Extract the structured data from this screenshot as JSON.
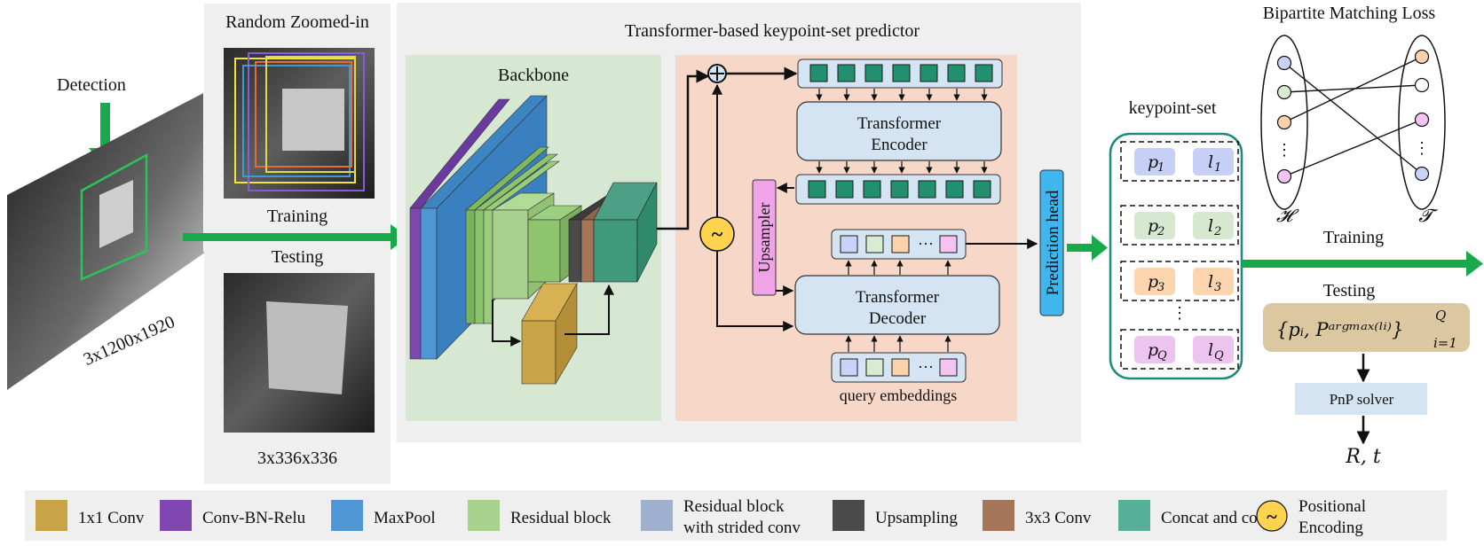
{
  "detection": {
    "label": "Detection",
    "input_size": "3x1200x1920"
  },
  "crop": {
    "title": "Random Zoomed-in",
    "training": "Training",
    "testing": "Testing",
    "crop_size": "3x336x336"
  },
  "predictor": {
    "title": "Transformer-based keypoint-set predictor",
    "backbone": "Backbone",
    "encoder_line1": "Transformer",
    "encoder_line2": "Encoder",
    "decoder_line1": "Transformer",
    "decoder_line2": "Decoder",
    "upsampler": "Upsampler",
    "query_embeddings": "query embeddings",
    "prediction_head": "Prediction head",
    "ellipsis": "···",
    "plus": "+",
    "tilde": "~"
  },
  "keypoint_set": {
    "title": "keypoint-set",
    "rows": [
      {
        "p": "p",
        "p_sub": "1",
        "l": "l",
        "l_sub": "1",
        "fill": "#c6cff6"
      },
      {
        "p": "p",
        "p_sub": "2",
        "l": "l",
        "l_sub": "2",
        "fill": "#d6e8cf"
      },
      {
        "p": "p",
        "p_sub": "3",
        "l": "l",
        "l_sub": "3",
        "fill": "#fcd4ae"
      },
      {
        "p": "p",
        "p_sub": "Q",
        "l": "l",
        "l_sub": "Q",
        "fill": "#edc4f0"
      }
    ],
    "vdots": "⋮"
  },
  "matching": {
    "title": "Bipartite Matching Loss",
    "left_label": "𝓗",
    "right_label": "𝓣",
    "vdots": "⋮",
    "left_nodes": [
      "#c9d2f7",
      "#d7ecd0",
      "#fbd2aa",
      "#f3c4f2"
    ],
    "right_nodes": [
      "#fbd2aa",
      "#ffffff",
      "#f3c4f2",
      "#c9d2f7"
    ]
  },
  "output": {
    "training": "Training",
    "testing": "Testing",
    "formula": "{pᵢ, Pᵃʳᵍᵐᵃˣ⁽ˡⁱ⁾}",
    "formula_sup": "Q",
    "formula_sub": "i=1",
    "pnp": "PnP solver",
    "result": "R, t"
  },
  "legend": [
    {
      "label": "1x1 Conv",
      "color": "#c9a447"
    },
    {
      "label": "Conv-BN-Relu",
      "color": "#8147b0"
    },
    {
      "label": "MaxPool",
      "color": "#4f97d4"
    },
    {
      "label": "Residual block",
      "color": "#a9d18e"
    },
    {
      "label": "Residual block",
      "label2": "with strided conv",
      "color": "#9fb0cf"
    },
    {
      "label": "Upsampling",
      "color": "#4a4a4a"
    },
    {
      "label": "3x3 Conv",
      "color": "#a47557"
    },
    {
      "label": "Concat and conv",
      "color": "#56b097"
    },
    {
      "label": "Positional",
      "label2": "Encoding",
      "color": "#ffd34d"
    }
  ],
  "colors": {
    "green_arrow": "#18a94a",
    "panel_gray": "#efefef",
    "backbone_bg": "#d7e8d2",
    "transformer_bg": "#f6d7c8",
    "box_blue": "#d4e4f3",
    "token_green": "#21906e",
    "pred_head": "#3fb6ee",
    "upsampler": "#f0a3e6"
  }
}
